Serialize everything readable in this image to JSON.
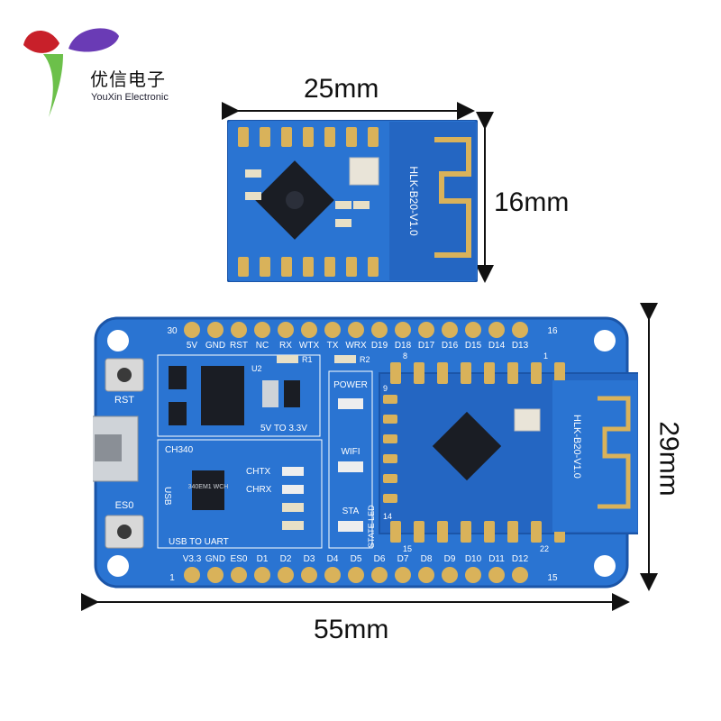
{
  "brand": {
    "name_cn": "优信电子",
    "name_en": "YouXin Electronic"
  },
  "dimensions": {
    "module_width": "25mm",
    "module_height": "16mm",
    "board_width": "55mm",
    "board_height": "29mm"
  },
  "module": {
    "antenna_label": "HLK-B20-V1.0"
  },
  "board": {
    "pin_num_top_left": "30",
    "pin_num_top_right": "16",
    "pin_num_bottom_left": "1",
    "pin_num_bottom_right": "15",
    "top_pins": [
      "5V",
      "GND",
      "RST",
      "NC",
      "RX",
      "WTX",
      "TX",
      "WRX",
      "D19",
      "D18",
      "D17",
      "D16",
      "D15",
      "D14",
      "D13"
    ],
    "bottom_pins": [
      "V3.3",
      "GND",
      "ES0",
      "D1",
      "D2",
      "D3",
      "D4",
      "D5",
      "D6",
      "D7",
      "D8",
      "D9",
      "D10",
      "D11",
      "D12"
    ],
    "rst_label": "RST",
    "es0_label": "ES0",
    "u2_label": "U2",
    "regulator_label": "5V TO 3.3V",
    "r1_label": "R1",
    "r2_label": "R2",
    "power_label": "POWER",
    "wifi_label": "WIFI",
    "sta_label": "STA",
    "state_led_label": "STATE LED",
    "ch340_label": "CH340",
    "usb_label": "USB",
    "usb_to_uart_label": "USB TO UART",
    "chtx_label": "CHTX",
    "chrx_label": "CHRX",
    "ic_code": "340EM1\nWCH",
    "module_pin_8": "8",
    "module_pin_1": "1",
    "module_pin_9": "9",
    "module_pin_14": "14",
    "module_pin_15": "15",
    "module_pin_22": "22"
  },
  "colors": {
    "pcb_blue": "#2a74d2",
    "pcb_dark": "#1b55a8",
    "gold": "#d9b25a",
    "silk": "#ffffff"
  }
}
